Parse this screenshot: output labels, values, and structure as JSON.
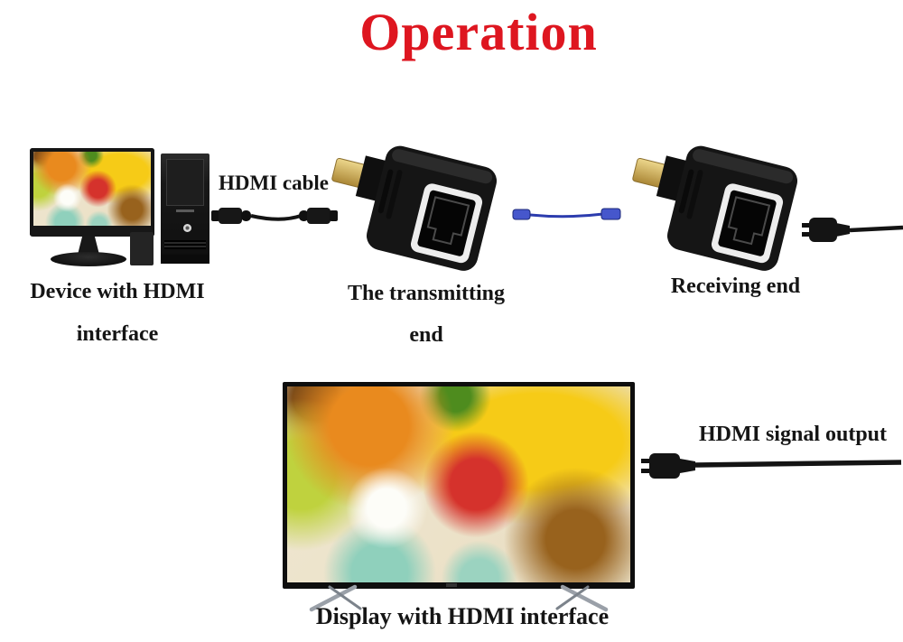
{
  "title": {
    "text": "Operation"
  },
  "labels": {
    "source_line1": "Device with HDMI",
    "source_line2": "interface",
    "hdmi_cable": "HDMI cable",
    "transmitter_line1": "The transmitting",
    "transmitter_line2": "end",
    "receiver": "Receiving end",
    "display": "Display with HDMI interface",
    "signal_output": "HDMI signal output"
  },
  "colors": {
    "title_red": "#de1620",
    "label_black": "#151515",
    "adapter_body_black": "#161616",
    "rj45_frame_white": "#ededed",
    "hdmi_gold": "#d6b765",
    "ethernet_cable_blue": "#2c3cae",
    "ethernet_plug_blue": "#4657cc",
    "cable_black": "#141414",
    "tv_leg_silver": "#9aa0a8",
    "background": "#ffffff"
  }
}
